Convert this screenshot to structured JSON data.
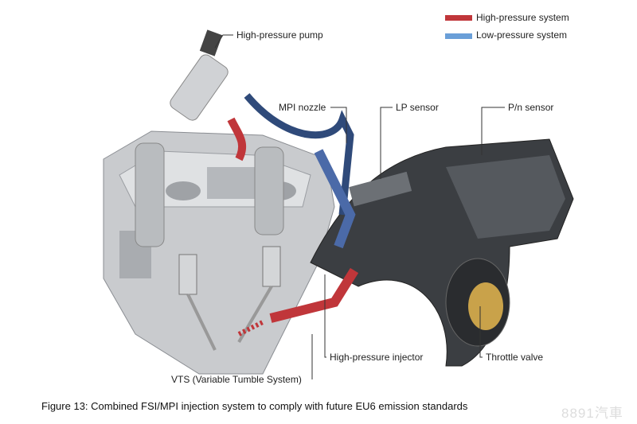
{
  "legend": [
    {
      "label": "High-pressure system",
      "color": "#c0363a"
    },
    {
      "label": "Low-pressure system",
      "color": "#6a9fd8"
    }
  ],
  "labels": {
    "hp_pump": "High-pressure pump",
    "mpi_nozzle": "MPI nozzle",
    "lp_sensor": "LP sensor",
    "pn_sensor": "P/n sensor",
    "hp_injector": "High-pressure injector",
    "throttle": "Throttle valve",
    "vts": "VTS (Variable Tumble System)"
  },
  "caption": "Figure 13:  Combined FSI/MPI injection system to comply with future EU6 emission standards",
  "watermark": "8891汽車"
}
